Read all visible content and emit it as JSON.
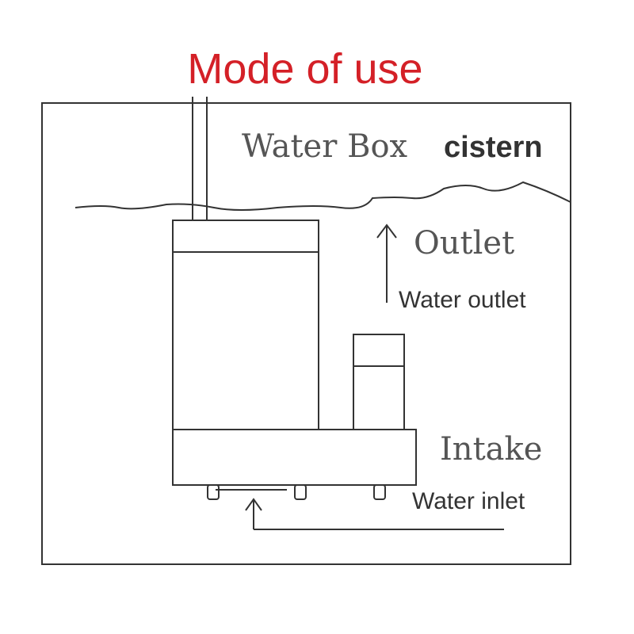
{
  "title": "Mode of use",
  "labels": {
    "water_box": "Water Box",
    "cistern": "cistern",
    "outlet": "Outlet",
    "water_outlet": "Water outlet",
    "intake": "Intake",
    "water_inlet": "Water inlet"
  },
  "colors": {
    "title": "#d42027",
    "lines": "#333333"
  }
}
